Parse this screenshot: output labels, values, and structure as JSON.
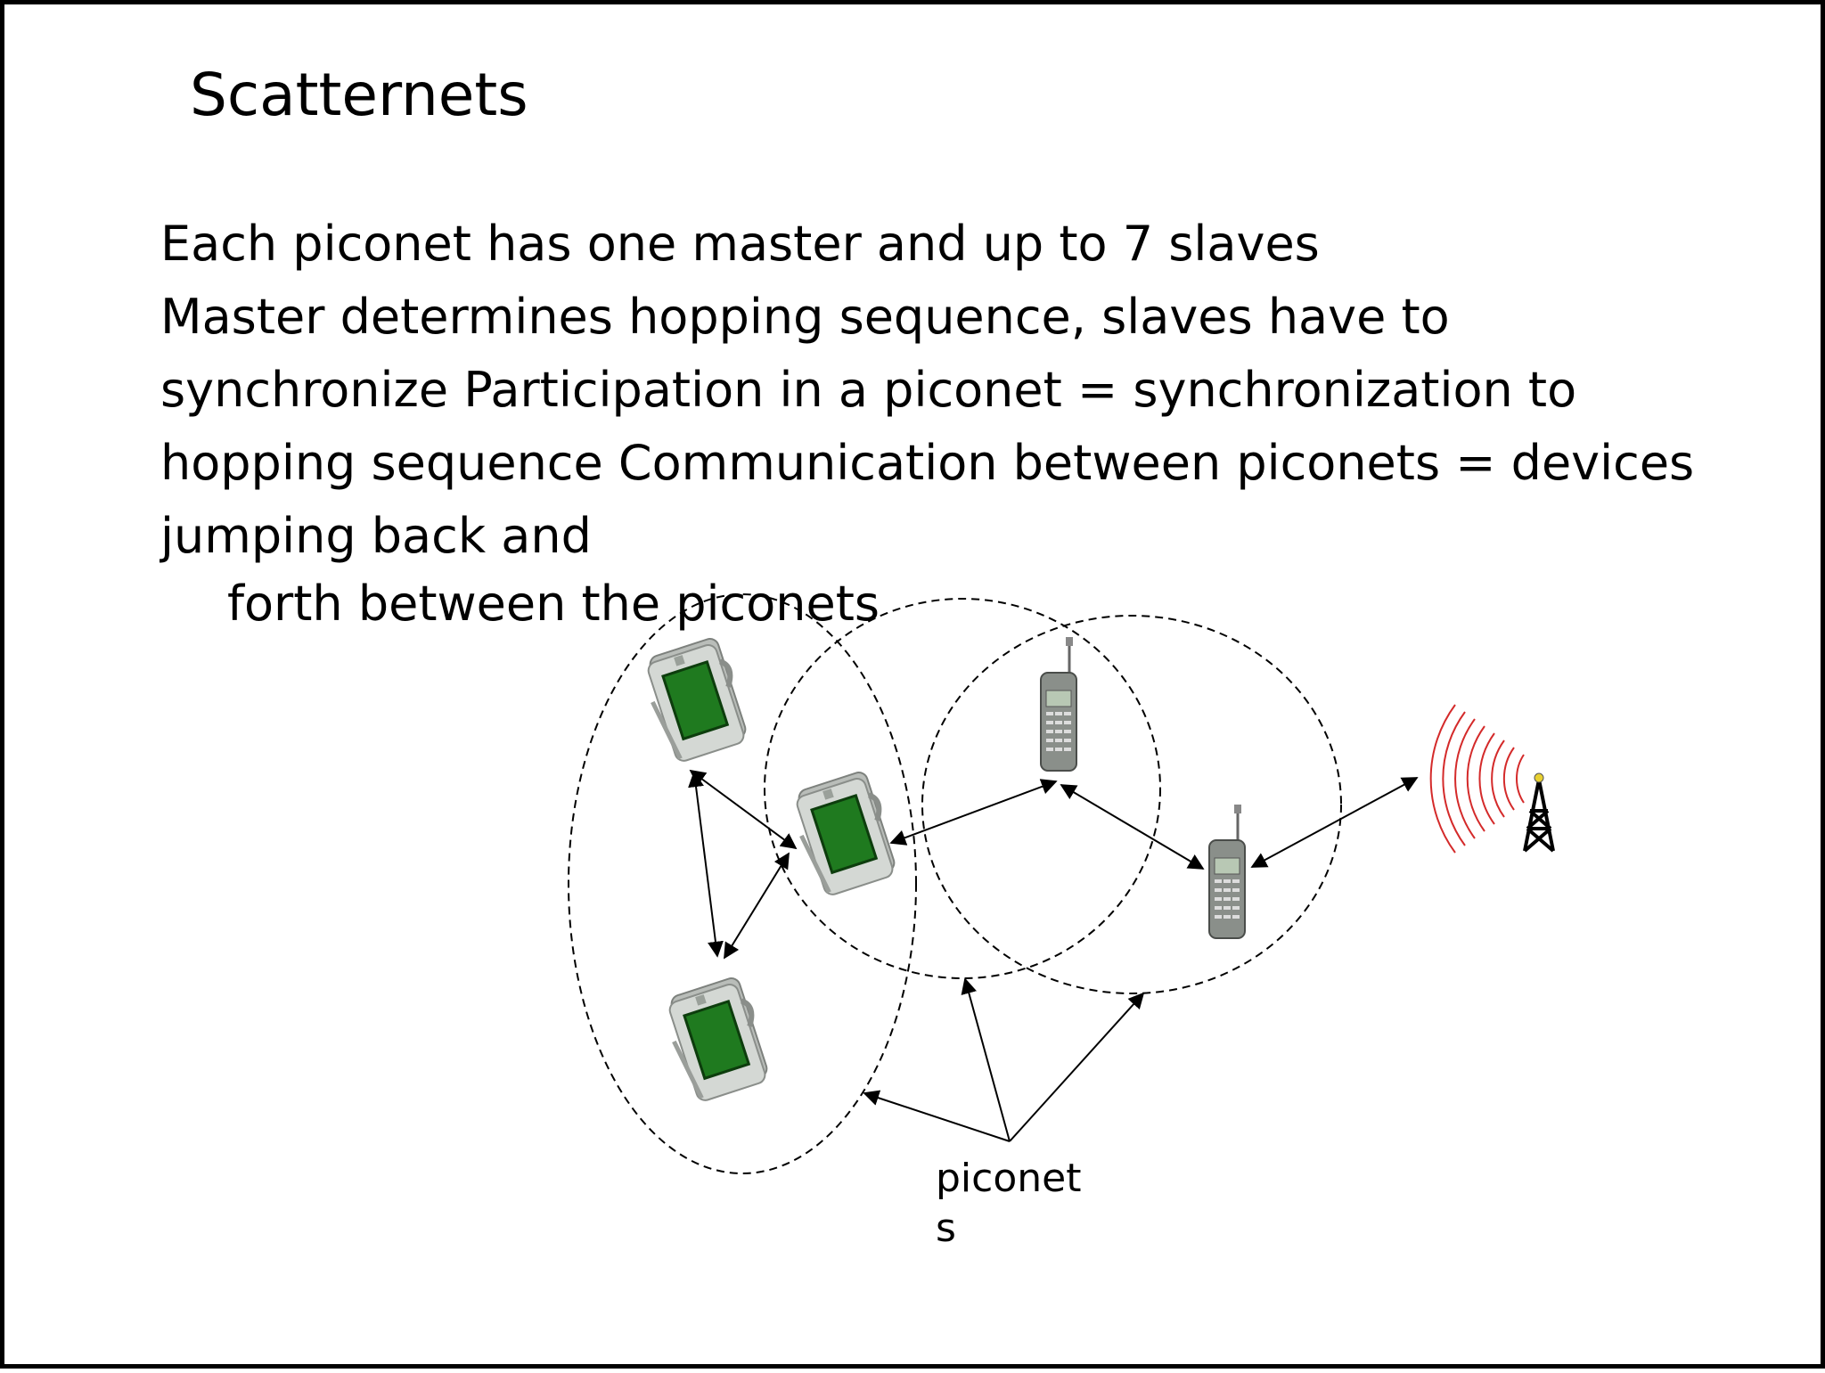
{
  "slide": {
    "title": "Scatternets",
    "body_lines": [
      "Each piconet has one master and up to 7 slaves",
      "Master determines hopping sequence, slaves have to",
      "synchronize Participation in a piconet = synchronization to",
      "hopping sequence Communication between piconets = devices",
      "jumping back and",
      "forth between the piconets"
    ]
  },
  "diagram": {
    "label": "piconets",
    "devices": [
      {
        "name": "pda-top",
        "icon": "pda-icon"
      },
      {
        "name": "pda-middle",
        "icon": "pda-icon"
      },
      {
        "name": "pda-bottom",
        "icon": "pda-icon"
      },
      {
        "name": "phone-center",
        "icon": "mobile-phone-icon"
      },
      {
        "name": "phone-right",
        "icon": "mobile-phone-icon"
      },
      {
        "name": "tower",
        "icon": "radio-tower-icon"
      }
    ],
    "colors": {
      "screen": "#1f7a1f",
      "device_body": "#c8ccc8",
      "phone_body": "#8a8f8a",
      "signal": "#d42a2a",
      "line": "#000000"
    }
  }
}
